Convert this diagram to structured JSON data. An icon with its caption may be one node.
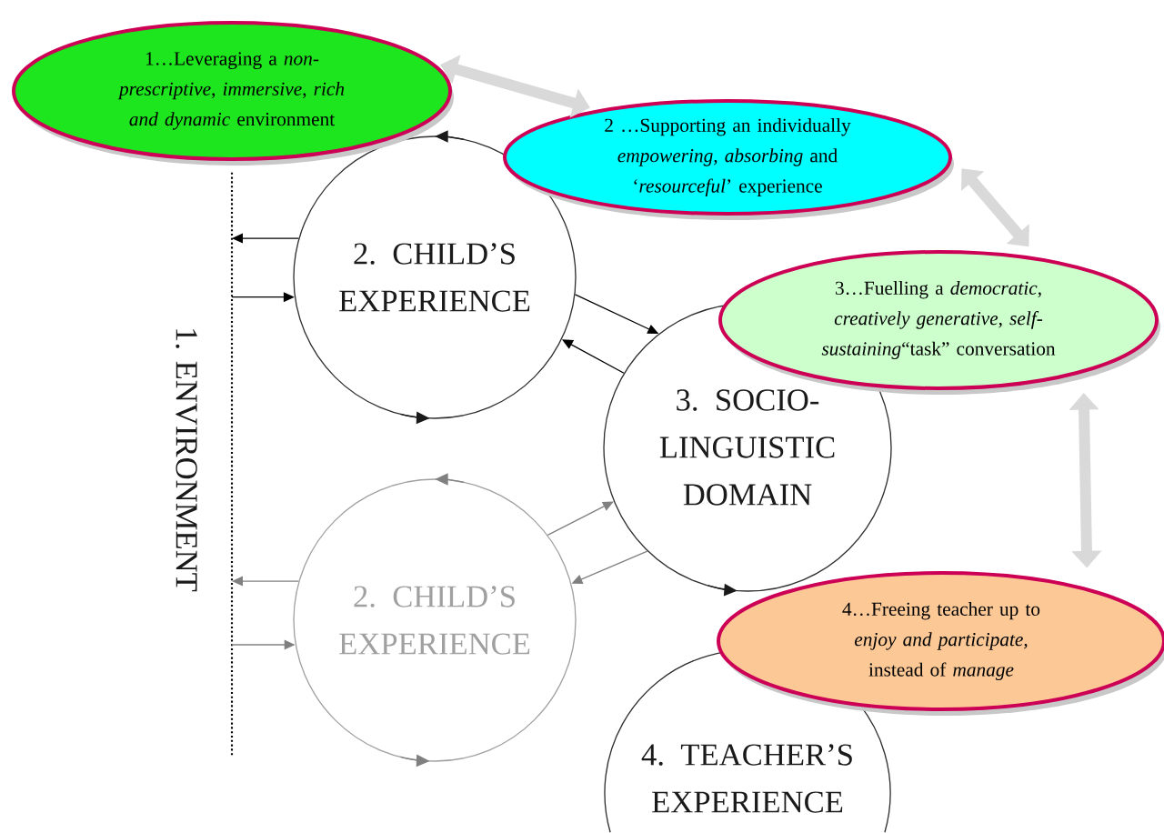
{
  "diagram": {
    "nodes": [
      {
        "text": [
          "1…Leveraging a *non-prescriptive*, *immersive*, *rich and dynamic* environment"
        ]
      },
      {
        "text": [
          "2 …Supporting an individually *empowering*, *absorbing* and ‘*resourceful*’ experience"
        ]
      },
      {
        "text": [
          "3…Fuelling a *democratic*, *creatively generative*, *self-sustaining*“task” conversation"
        ]
      },
      {
        "text": [
          "4…Freeing teacher up to *enjoy and participate*, instead of *manage*"
        ]
      },
      {
        "text": [],
        "shape": "line"
      },
      {
        "text": [
          "2. CHILD’S EXPERIENCE"
        ]
      },
      {
        "text": [
          "3. SOCIO-LINGUISTIC DOMAIN"
        ]
      },
      {
        "text": [
          "2. CHILD’S EXPERIENCE"
        ]
      },
      {
        "text": [
          "4. TEACHER’S EXPERIENCE"
        ]
      }
    ],
    "edges": [
      {
        "from": 0,
        "to": 1,
        "arrow": "both",
        "style": "thick",
        "color": "#d9d9d9"
      },
      {
        "from": 1,
        "to": 2,
        "arrow": "both",
        "style": "thick",
        "color": "#d9d9d9"
      },
      {
        "from": 2,
        "to": 3,
        "arrow": "both",
        "style": "thick",
        "color": "#d9d9d9"
      },
      {
        "from": 5,
        "to": 4,
        "arrow": "to"
      },
      {
        "from": 4,
        "to": 5,
        "arrow": "to"
      },
      {
        "from": 5,
        "to": 6,
        "arrow": "to"
      },
      {
        "from": 6,
        "to": 5,
        "arrow": "to"
      },
      {
        "from": 7,
        "to": 4,
        "arrow": "to",
        "color": "#808080"
      },
      {
        "from": 4,
        "to": 7,
        "arrow": "to",
        "color": "#808080"
      },
      {
        "from": 7,
        "to": 6,
        "arrow": "to",
        "color": "#808080"
      },
      {
        "from": 6,
        "to": 7,
        "arrow": "to",
        "color": "#808080"
      }
    ],
    "labels": [
      "1. ENVIRONMENT"
    ]
  }
}
